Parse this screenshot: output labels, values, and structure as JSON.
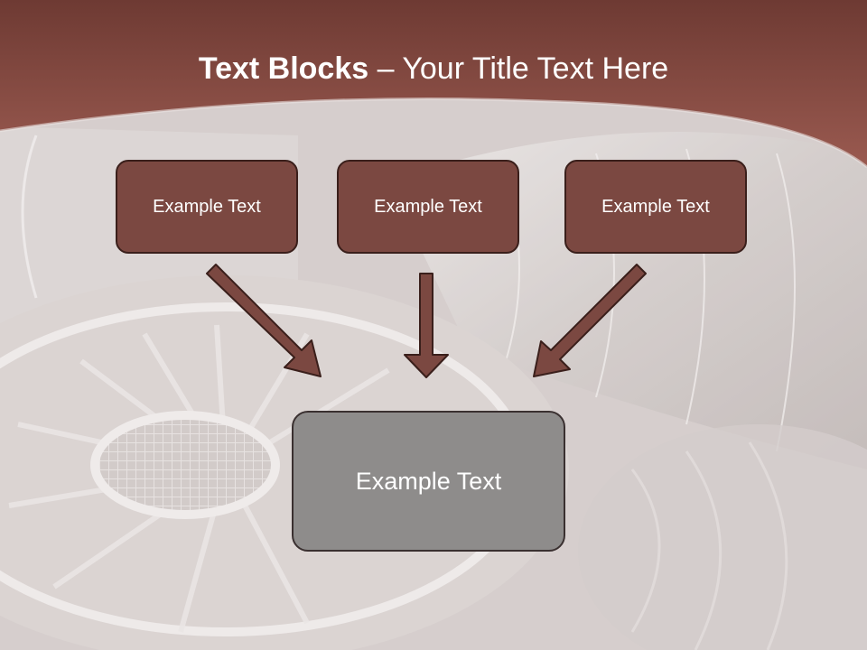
{
  "title": {
    "bold": "Text Blocks",
    "dash": " – ",
    "rest": "Your Title Text Here"
  },
  "boxes": {
    "top": [
      "Example Text",
      "Example Text",
      "Example Text"
    ],
    "bottom": "Example Text"
  },
  "colors": {
    "header": "#8a4a42",
    "box_fill": "#7b4841",
    "box_border": "#3a1f1b",
    "arrow_fill": "#7b4841",
    "bottom_box_fill": "#8e8c8b",
    "background": "#cfc6c4"
  }
}
